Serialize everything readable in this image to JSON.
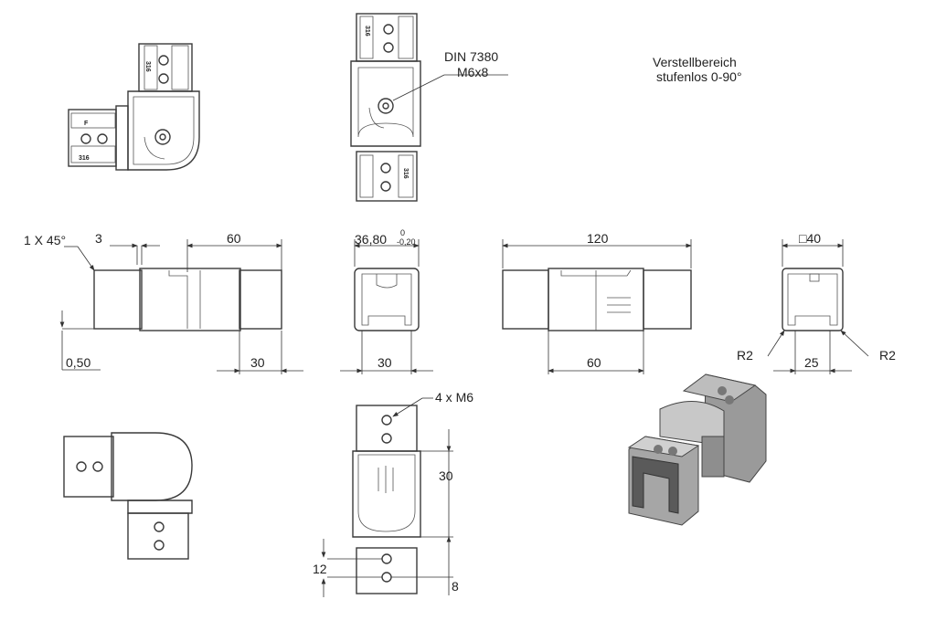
{
  "annotations": {
    "din_line1": "DIN 7380",
    "din_line2": "M6x8",
    "adjust_line1": "Verstellbereich",
    "adjust_line2": "stufenlos 0-90°",
    "bolts": "4 x M6"
  },
  "dimensions": {
    "chamfer": "1 X 45°",
    "gap": "3",
    "insert_len": "60",
    "offset": "0,50",
    "insert_tail": "30",
    "section_w": "36,80",
    "tol_upper": "0",
    "tol_lower": "-0,20",
    "section_inner": "30",
    "total_len": "120",
    "middle_len": "60",
    "tube_size": "□40",
    "radius_left": "R2",
    "radius_right": "R2",
    "slot_w": "25",
    "hole_pitch": "30",
    "edge_12": "12",
    "edge_8": "8"
  },
  "stamps": {
    "material": "316",
    "mark": "F"
  }
}
